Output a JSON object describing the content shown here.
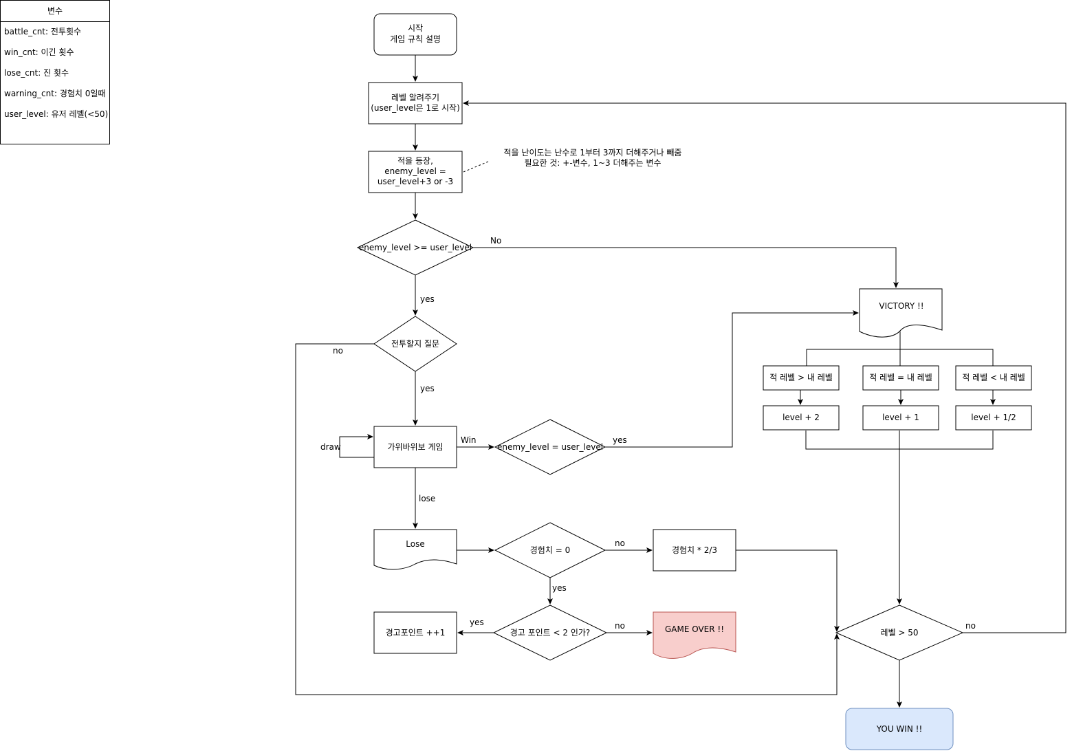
{
  "legend": {
    "title": "변수",
    "items": [
      "battle_cnt: 전투횟수",
      "win_cnt: 이긴 횟수",
      "lose_cnt: 진 횟수",
      "warning_cnt: 경험치 0일때",
      "user_level: 유저 레벨(<50)"
    ]
  },
  "nodes": {
    "start": [
      "시작",
      "게임 규칙 설명"
    ],
    "level_info": [
      "레벨 알려주기",
      "(user_level은 1로 시작)"
    ],
    "enemy_appear": [
      "적을 등장,",
      "enemy_level =",
      "user_level+3 or -3"
    ],
    "note": [
      "적을 난이도는 난수로 1부터 3까지 더해주거나 빼줌",
      "필요한 것: +-변수, 1~3 더해주는 변수"
    ],
    "cond_level": "enemy_level >= user_level",
    "ask_battle": "전투할지 질문",
    "rps_game": "가위바위보 게임",
    "cond_equal": "enemy_level = user_level",
    "victory": "VICTORY !!",
    "cmp_gt": "적 레벨 > 내 레벨",
    "cmp_eq": "적 레벨 = 내 레벨",
    "cmp_lt": "적 레벨 < 내 레벨",
    "plus2": "level + 2",
    "plus1": "level + 1",
    "plus_half": "level + 1/2",
    "lose": "Lose",
    "cond_exp": "경험치 = 0",
    "exp_mul": "경험치 * 2/3",
    "warn_inc": "경고포인트 ++1",
    "cond_warn": "경고 포인트 < 2 인가?",
    "game_over": "GAME OVER !!",
    "cond_win50": "레벨 > 50",
    "you_win": "YOU WIN !!"
  },
  "edge_labels": {
    "no_upper": "No",
    "yes_level": "yes",
    "no_battle": "no",
    "yes_battle": "yes",
    "draw": "draw",
    "win": "Win",
    "yes_equal": "yes",
    "lose": "lose",
    "no_exp": "no",
    "yes_exp": "yes",
    "yes_warn": "yes",
    "no_warn": "no",
    "no_win50": "no"
  },
  "colors": {
    "game_over_fill": "#f8cecc",
    "game_over_stroke": "#b85450",
    "you_win_fill": "#dae8fc",
    "you_win_stroke": "#6c8ebf"
  }
}
